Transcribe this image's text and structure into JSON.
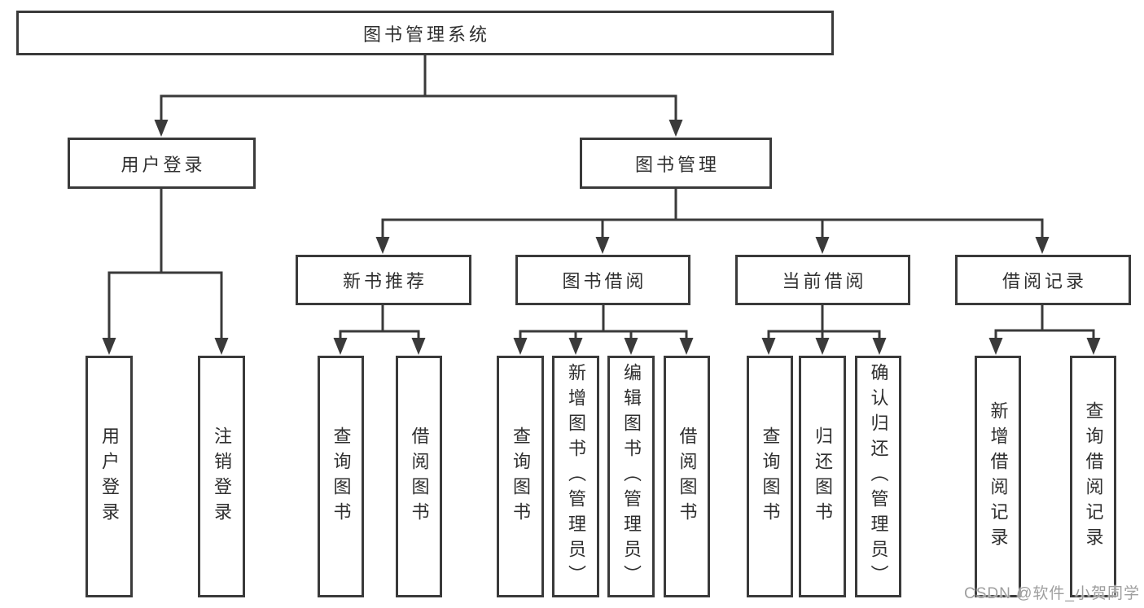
{
  "diagram": {
    "type": "function-tree",
    "root": {
      "label": "图书管理系统",
      "children": [
        {
          "label": "用户登录",
          "children": [
            {
              "label": "用户登录"
            },
            {
              "label": "注销登录"
            }
          ]
        },
        {
          "label": "图书管理",
          "children": [
            {
              "label": "新书推荐",
              "children": [
                {
                  "label": "查询图书"
                },
                {
                  "label": "借阅图书"
                }
              ]
            },
            {
              "label": "图书借阅",
              "children": [
                {
                  "label": "查询图书"
                },
                {
                  "label": "新增图书（管理员）"
                },
                {
                  "label": "编辑图书（管理员）"
                },
                {
                  "label": "借阅图书"
                }
              ]
            },
            {
              "label": "当前借阅",
              "children": [
                {
                  "label": "查询图书"
                },
                {
                  "label": "归还图书"
                },
                {
                  "label": "确认归还（管理员）"
                }
              ]
            },
            {
              "label": "借阅记录",
              "children": [
                {
                  "label": "新增借阅记录"
                },
                {
                  "label": "查询借阅记录"
                }
              ]
            }
          ]
        }
      ]
    }
  },
  "watermark": {
    "text": "CSDN @软件_小贺同学"
  },
  "colors": {
    "line": "#3a3a3a",
    "box_border": "#3a3a3a",
    "text": "#2f2f2f",
    "watermark": "#9e9e9e",
    "background": "#ffffff"
  }
}
